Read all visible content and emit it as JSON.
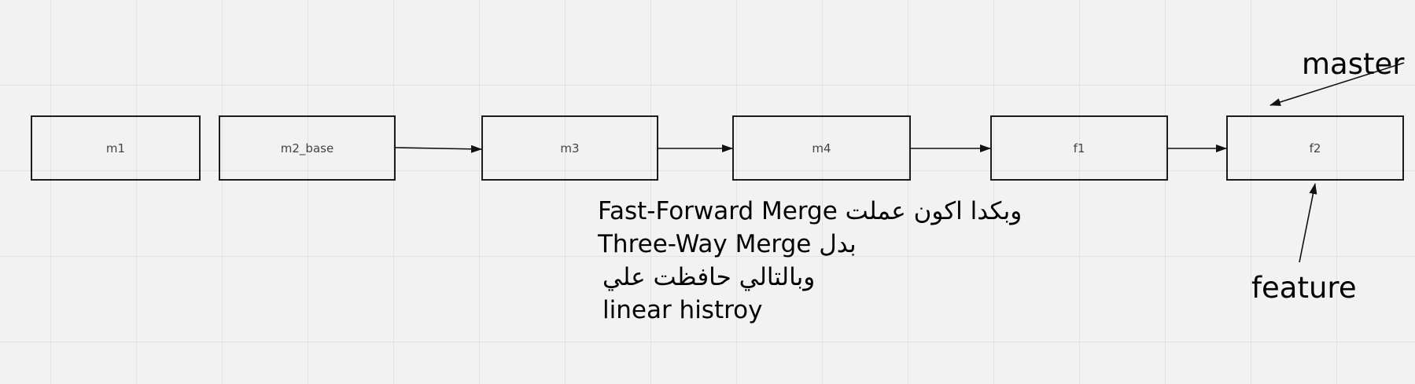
{
  "diagram": {
    "nodes": [
      {
        "id": "m1",
        "label": "m1"
      },
      {
        "id": "m2_base",
        "label": "m2_base"
      },
      {
        "id": "m3",
        "label": "m3"
      },
      {
        "id": "m4",
        "label": "m4"
      },
      {
        "id": "f1",
        "label": "f1"
      },
      {
        "id": "f2",
        "label": "f2"
      }
    ],
    "edges": [
      {
        "from": "m2_base",
        "to": "m3"
      },
      {
        "from": "m3",
        "to": "m4"
      },
      {
        "from": "m4",
        "to": "f1"
      },
      {
        "from": "f1",
        "to": "f2"
      }
    ],
    "pointers": [
      {
        "label": "master",
        "target": "f2"
      },
      {
        "label": "feature",
        "target": "f2"
      }
    ],
    "note_lines": [
      "Fast-Forward Merge وبكدا اكون عملت",
      "Three-Way Merge بدل",
      " وبالتالي حافظت علي",
      " linear histroy"
    ]
  }
}
